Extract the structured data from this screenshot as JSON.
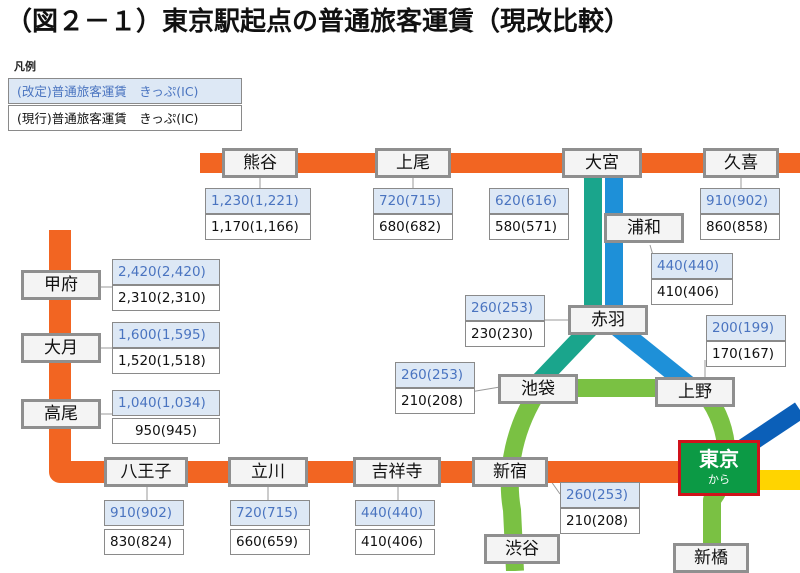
{
  "title": "（図２－１）東京駅起点の普通旅客運賃（現改比較）",
  "legend": {
    "heading": "凡例",
    "revised": "(改定)普通旅客運賃　きっぷ(IC)",
    "current": "(現行)普通旅客運賃　きっぷ(IC)"
  },
  "colors": {
    "chuo": "#f26522",
    "saikyo": "#1aa58c",
    "keihin": "#1e90d8",
    "yamanote": "#7ac143",
    "joban": "#0b5fb8",
    "sobu": "#ffd400"
  },
  "stations": {
    "kumagaya": "熊谷",
    "ageo": "上尾",
    "omiya": "大宮",
    "kuki": "久喜",
    "urawa": "浦和",
    "akabane": "赤羽",
    "ikebukuro": "池袋",
    "ueno": "上野",
    "kofu": "甲府",
    "otsuki": "大月",
    "takao": "高尾",
    "hachioji": "八王子",
    "tachikawa": "立川",
    "kichijoji": "吉祥寺",
    "shinjuku": "新宿",
    "shibuya": "渋谷",
    "shimbashi": "新橋"
  },
  "tokyo": {
    "name": "東京",
    "sub": "から"
  },
  "fares": {
    "kumagaya": {
      "revised": "1,230(1,221)",
      "current": "1,170(1,166)"
    },
    "ageo": {
      "revised": "720(715)",
      "current": "680(682)"
    },
    "omiya": {
      "revised": "620(616)",
      "current": "580(571)"
    },
    "kuki": {
      "revised": "910(902)",
      "current": "860(858)"
    },
    "urawa": {
      "revised": "440(440)",
      "current": "410(406)"
    },
    "akabane": {
      "revised": "260(253)",
      "current": "230(230)"
    },
    "ueno": {
      "revised": "200(199)",
      "current": "170(167)"
    },
    "ikebukuro": {
      "revised": "260(253)",
      "current": "210(208)"
    },
    "kofu": {
      "revised": "2,420(2,420)",
      "current": "2,310(2,310)"
    },
    "otsuki": {
      "revised": "1,600(1,595)",
      "current": "1,520(1,518)"
    },
    "takao": {
      "revised": "1,040(1,034)",
      "current": "950(945)"
    },
    "hachioji": {
      "revised": "910(902)",
      "current": "830(824)"
    },
    "tachikawa": {
      "revised": "720(715)",
      "current": "660(659)"
    },
    "kichijoji": {
      "revised": "440(440)",
      "current": "410(406)"
    },
    "shinjuku": {
      "revised": "260(253)",
      "current": "210(208)"
    }
  }
}
